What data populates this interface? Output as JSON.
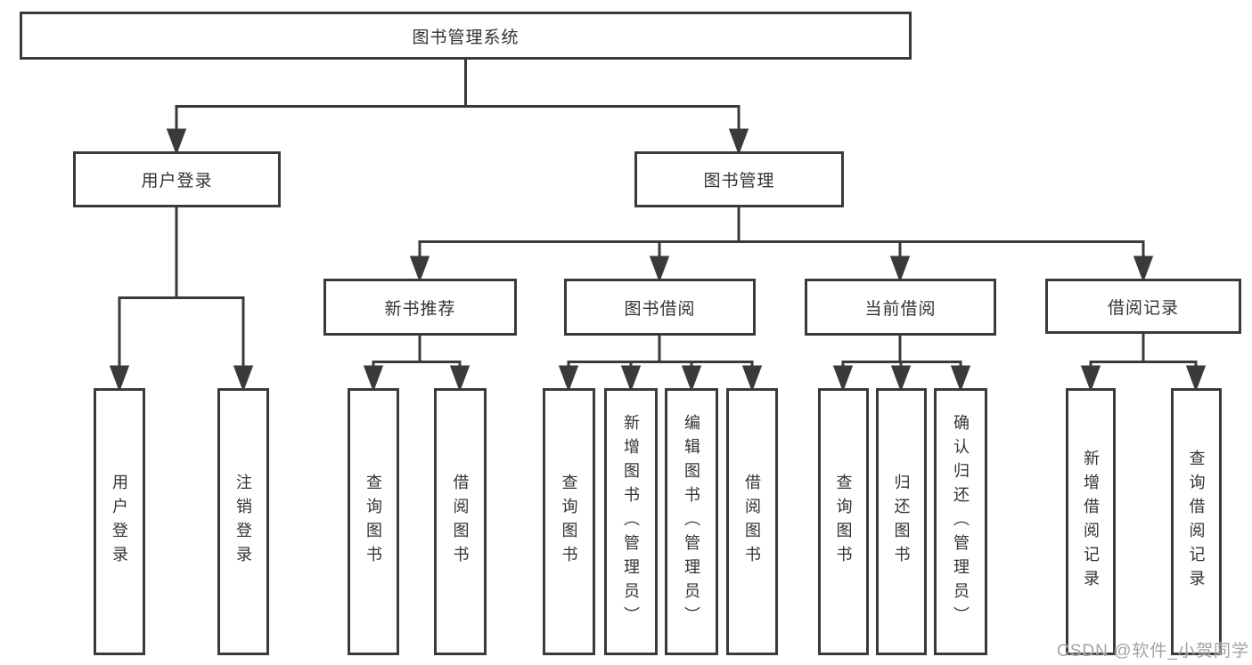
{
  "colors": {
    "line": "#3a3a3a",
    "border": "#3a3a3a",
    "text": "#333333",
    "background": "#ffffff",
    "watermark": "#969696"
  },
  "tree": {
    "root": {
      "label": "图书管理系统"
    },
    "level2": [
      {
        "label": "用户登录"
      },
      {
        "label": "图书管理"
      }
    ],
    "level3": [
      {
        "label": "新书推荐"
      },
      {
        "label": "图书借阅"
      },
      {
        "label": "当前借阅"
      },
      {
        "label": "借阅记录"
      }
    ],
    "leaves": {
      "user": [
        "用户登录",
        "注销登录"
      ],
      "newbook": [
        "查询图书",
        "借阅图书"
      ],
      "borrow": [
        "查询图书",
        "新增图书（管理员）",
        "编辑图书（管理员）",
        "借阅图书"
      ],
      "current": [
        "查询图书",
        "归还图书",
        "确认归还（管理员）"
      ],
      "records": [
        "新增借阅记录",
        "查询借阅记录"
      ]
    }
  },
  "watermark": {
    "text": "CSDN @软件_小贺同学"
  }
}
